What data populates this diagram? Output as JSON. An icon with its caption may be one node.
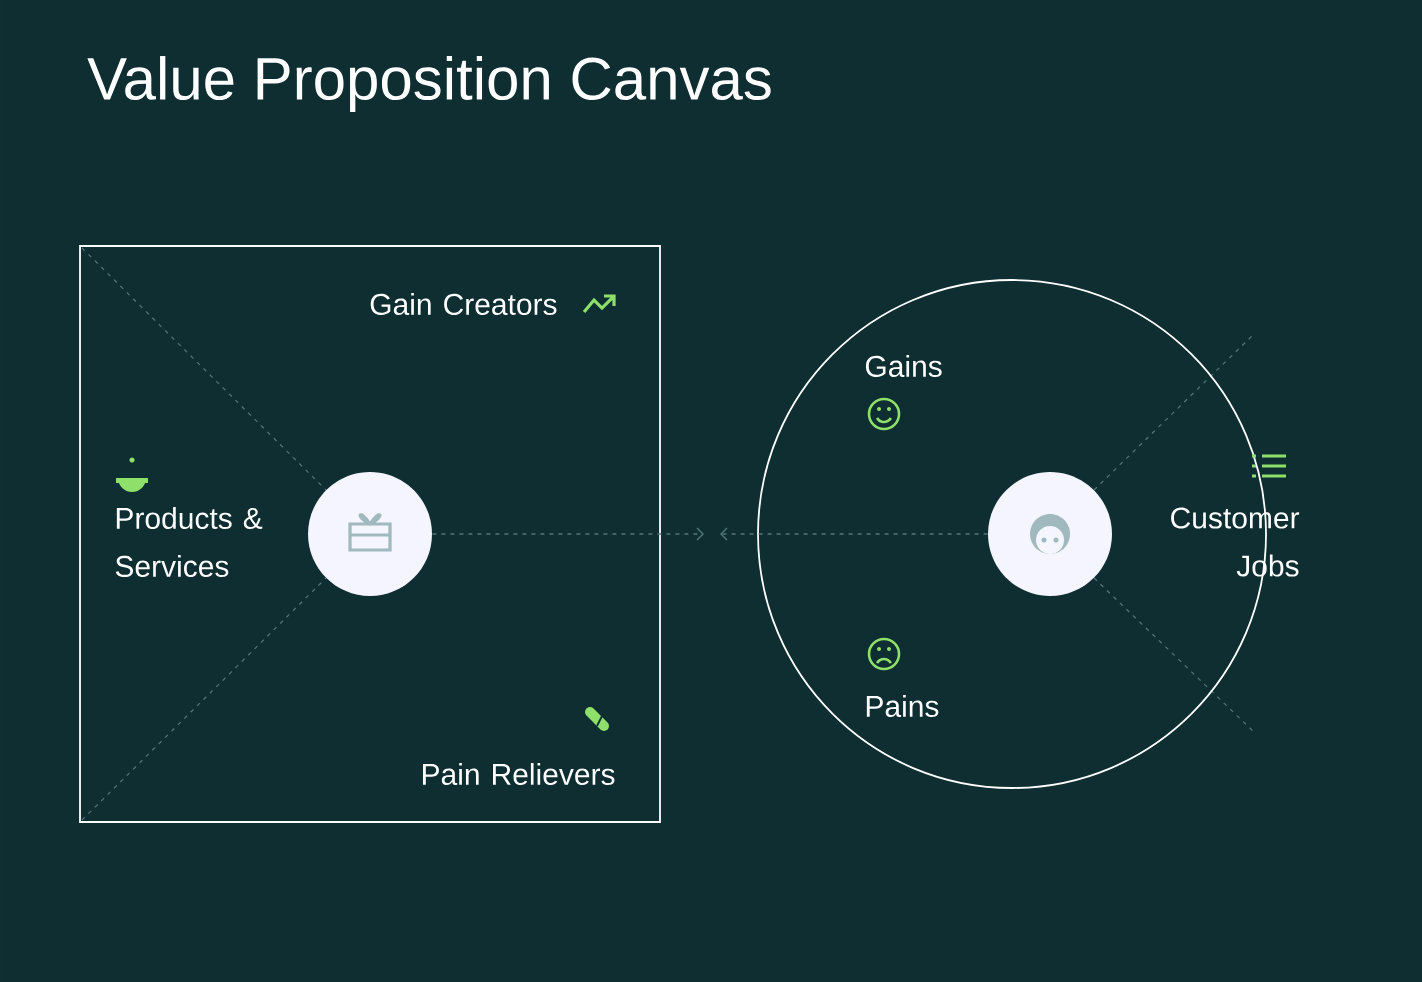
{
  "diagram": {
    "title": "Value Proposition Canvas",
    "nodes": [
      {
        "text": [],
        "shape": "box"
      },
      {
        "text": [],
        "shape": "circle",
        "in": 0
      },
      {
        "text": [],
        "shape": "circle"
      },
      {
        "text": [],
        "shape": "circle",
        "in": 2
      }
    ],
    "edges": [
      {
        "from": 1,
        "to": null,
        "arrow": "to",
        "style": "dashed"
      },
      {
        "from": 3,
        "to": null,
        "arrow": "to",
        "style": "dashed"
      }
    ],
    "labels": [
      "Gain Creators",
      "Products & Services",
      "Pain Relievers",
      "Gains",
      "Customer Jobs",
      "Pains"
    ]
  }
}
